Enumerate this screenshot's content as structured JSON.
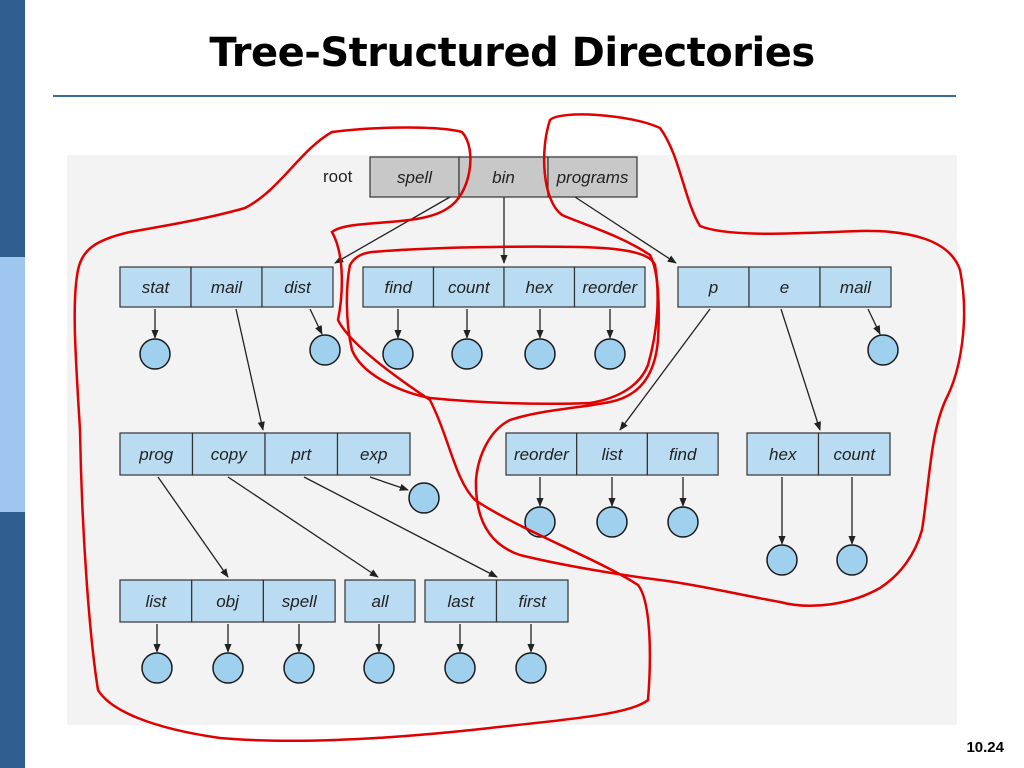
{
  "title": "Tree-Structured Directories",
  "slide_number": "10.24",
  "root_label": "root",
  "directories": {
    "root": [
      "spell",
      "bin",
      "programs"
    ],
    "spell": [
      "stat",
      "mail",
      "dist"
    ],
    "bin": [
      "find",
      "count",
      "hex",
      "reorder"
    ],
    "programs": [
      "p",
      "e",
      "mail"
    ],
    "mail": [
      "prog",
      "copy",
      "prt",
      "exp"
    ],
    "p": [
      "reorder",
      "list",
      "find"
    ],
    "e": [
      "hex",
      "count"
    ],
    "prog": [
      "list",
      "obj",
      "spell"
    ],
    "copy": [
      "all"
    ],
    "prt": [
      "last",
      "first"
    ]
  },
  "colors": {
    "sidebar": "#2f5f8f",
    "sidebar_accent": "#9fc6ee",
    "entry_fill": "#b9dcf3",
    "root_fill": "#c8c8c8",
    "highlight": "#e00000"
  }
}
